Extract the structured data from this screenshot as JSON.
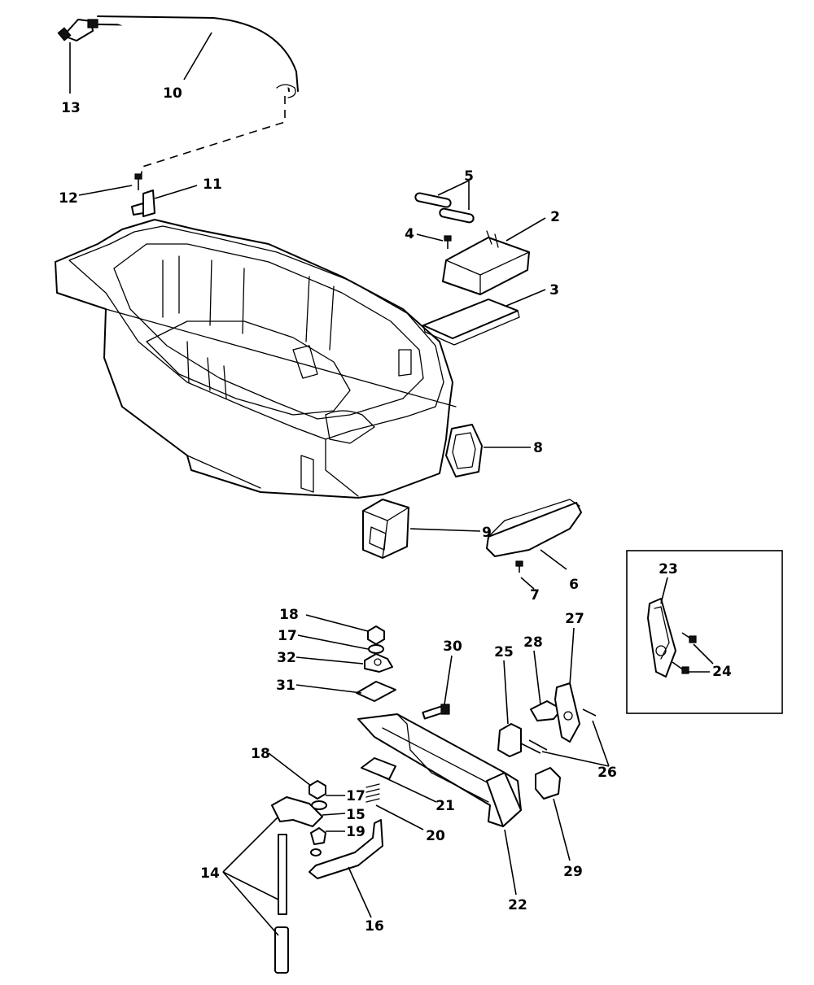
{
  "callouts": [
    {
      "id": "13",
      "text": "13"
    },
    {
      "id": "10",
      "text": "10"
    },
    {
      "id": "12",
      "text": "12"
    },
    {
      "id": "11",
      "text": "11"
    },
    {
      "id": "5",
      "text": "5"
    },
    {
      "id": "2",
      "text": "2"
    },
    {
      "id": "4",
      "text": "4"
    },
    {
      "id": "3",
      "text": "3"
    },
    {
      "id": "8",
      "text": "8"
    },
    {
      "id": "9",
      "text": "9"
    },
    {
      "id": "6",
      "text": "6"
    },
    {
      "id": "7",
      "text": "7"
    },
    {
      "id": "23",
      "text": "23"
    },
    {
      "id": "24",
      "text": "24"
    },
    {
      "id": "18a",
      "text": "18"
    },
    {
      "id": "17a",
      "text": "17"
    },
    {
      "id": "32",
      "text": "32"
    },
    {
      "id": "31",
      "text": "31"
    },
    {
      "id": "30",
      "text": "30"
    },
    {
      "id": "25",
      "text": "25"
    },
    {
      "id": "28",
      "text": "28"
    },
    {
      "id": "27",
      "text": "27"
    },
    {
      "id": "26",
      "text": "26"
    },
    {
      "id": "18b",
      "text": "18"
    },
    {
      "id": "17b",
      "text": "17"
    },
    {
      "id": "15",
      "text": "15"
    },
    {
      "id": "19",
      "text": "19"
    },
    {
      "id": "20",
      "text": "20"
    },
    {
      "id": "21",
      "text": "21"
    },
    {
      "id": "29",
      "text": "29"
    },
    {
      "id": "14",
      "text": "14"
    },
    {
      "id": "16",
      "text": "16"
    },
    {
      "id": "22",
      "text": "22"
    }
  ]
}
